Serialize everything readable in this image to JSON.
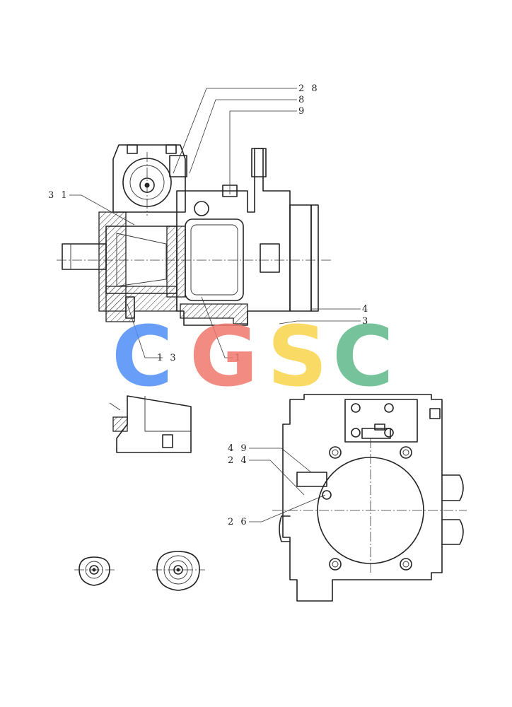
{
  "labels": {
    "l28": "2 8",
    "l8": "8",
    "l9": "9",
    "l31": "3 1",
    "l4": "4",
    "l3": "3",
    "l13": "1 3",
    "l1": "1",
    "l49": "4 9",
    "l24": "2 4",
    "l26": "2 6"
  },
  "watermark": {
    "letters": [
      "C",
      "G",
      "S",
      "C"
    ],
    "colors": [
      "#4f8ef7",
      "#f0776c",
      "#f9d44a",
      "#5fb98a"
    ]
  }
}
